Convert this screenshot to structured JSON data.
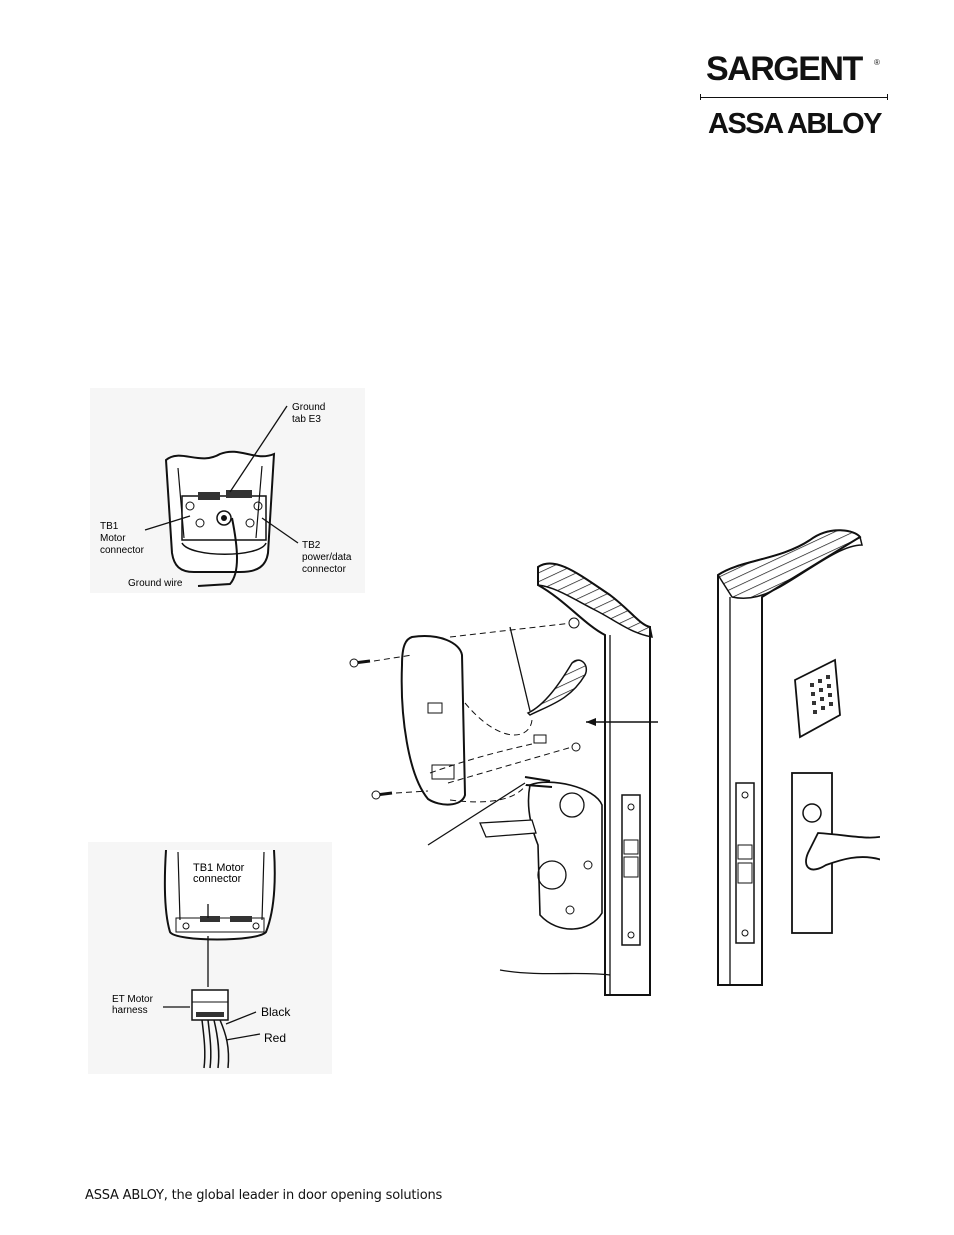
{
  "logo": {
    "brand": "SARGENT",
    "registered": "®",
    "parent": "ASSA ABLOY"
  },
  "figure_top": {
    "label_ground_tab": [
      "Ground",
      "tab E3"
    ],
    "label_tb1": [
      "TB1",
      "Motor",
      "connector"
    ],
    "label_tb2": [
      "TB2",
      "power/data",
      "connector"
    ],
    "label_ground_wire": "Ground wire"
  },
  "figure_bottom": {
    "label_tb1_motor": [
      "TB1 Motor",
      "connector"
    ],
    "label_et_motor": [
      "ET Motor",
      "harness"
    ],
    "label_black": "Black",
    "label_red": "Red"
  },
  "footer": {
    "tagline": "ASSA ABLOY, the global leader in door opening solutions"
  }
}
